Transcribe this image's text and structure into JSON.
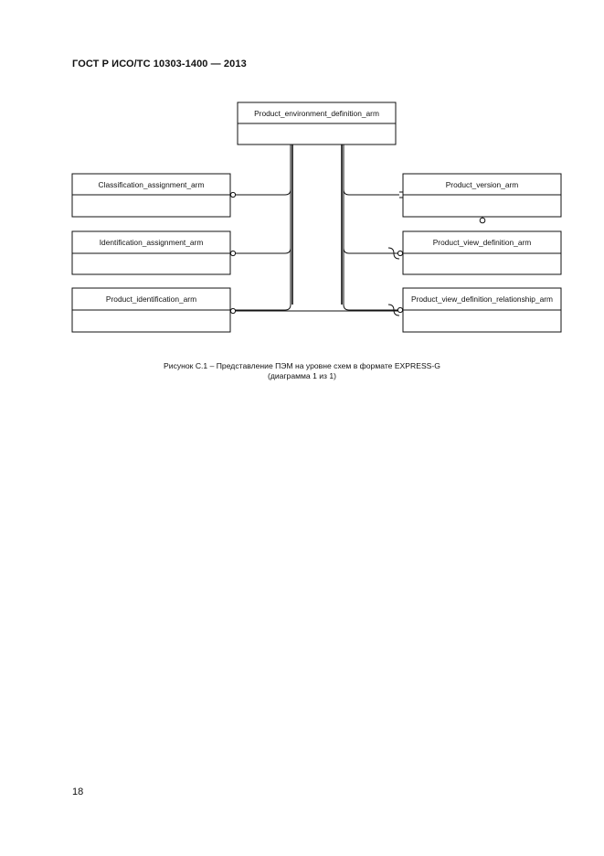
{
  "header": {
    "standard_id": "ГОСТ Р ИСО/ТС 10303-1400 — 2013"
  },
  "diagram": {
    "entities": {
      "product_environment_definition": "Product_environment_definition_arm",
      "classification_assignment": "Classification_assignment_arm",
      "identification_assignment": "Identification_assignment_arm",
      "product_identification": "Product_identification_arm",
      "product_version": "Product_version_arm",
      "product_view_definition": "Product_view_definition_arm",
      "product_view_definition_relationship": "Product_view_definition_relationship_arm"
    }
  },
  "caption": {
    "line1": "Рисунок С.1 – Представление ПЭМ на уровне схем в формате EXPRESS-G",
    "line2": "(диаграмма 1 из 1)"
  },
  "footer": {
    "page_number": "18"
  }
}
